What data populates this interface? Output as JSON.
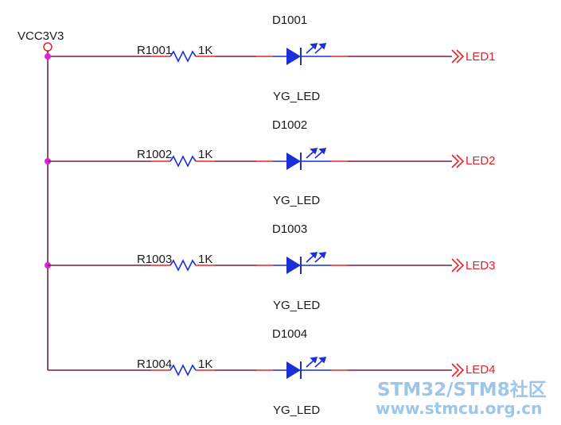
{
  "power_label": "VCC3V3",
  "rows": [
    {
      "resistor": "R1001",
      "value": "1K",
      "diode": "D1001",
      "diode_type": "YG_LED",
      "net": "LED1"
    },
    {
      "resistor": "R1002",
      "value": "1K",
      "diode": "D1002",
      "diode_type": "YG_LED",
      "net": "LED2"
    },
    {
      "resistor": "R1003",
      "value": "1K",
      "diode": "D1003",
      "diode_type": "YG_LED",
      "net": "LED3"
    },
    {
      "resistor": "R1004",
      "value": "1K",
      "diode": "D1004",
      "diode_type": "YG_LED",
      "net": "LED4"
    }
  ],
  "watermark": {
    "line1": "STM32/STM8社区",
    "line2": "www.stmcu.org.cn"
  },
  "colors": {
    "wire": "#7a1f3d",
    "pin": "#e8202a",
    "component": "#1a2fd6",
    "junction": "#e020e0",
    "text": "#1a1a1a",
    "net_label": "#e8202a",
    "watermark": "#9dc6ea"
  }
}
